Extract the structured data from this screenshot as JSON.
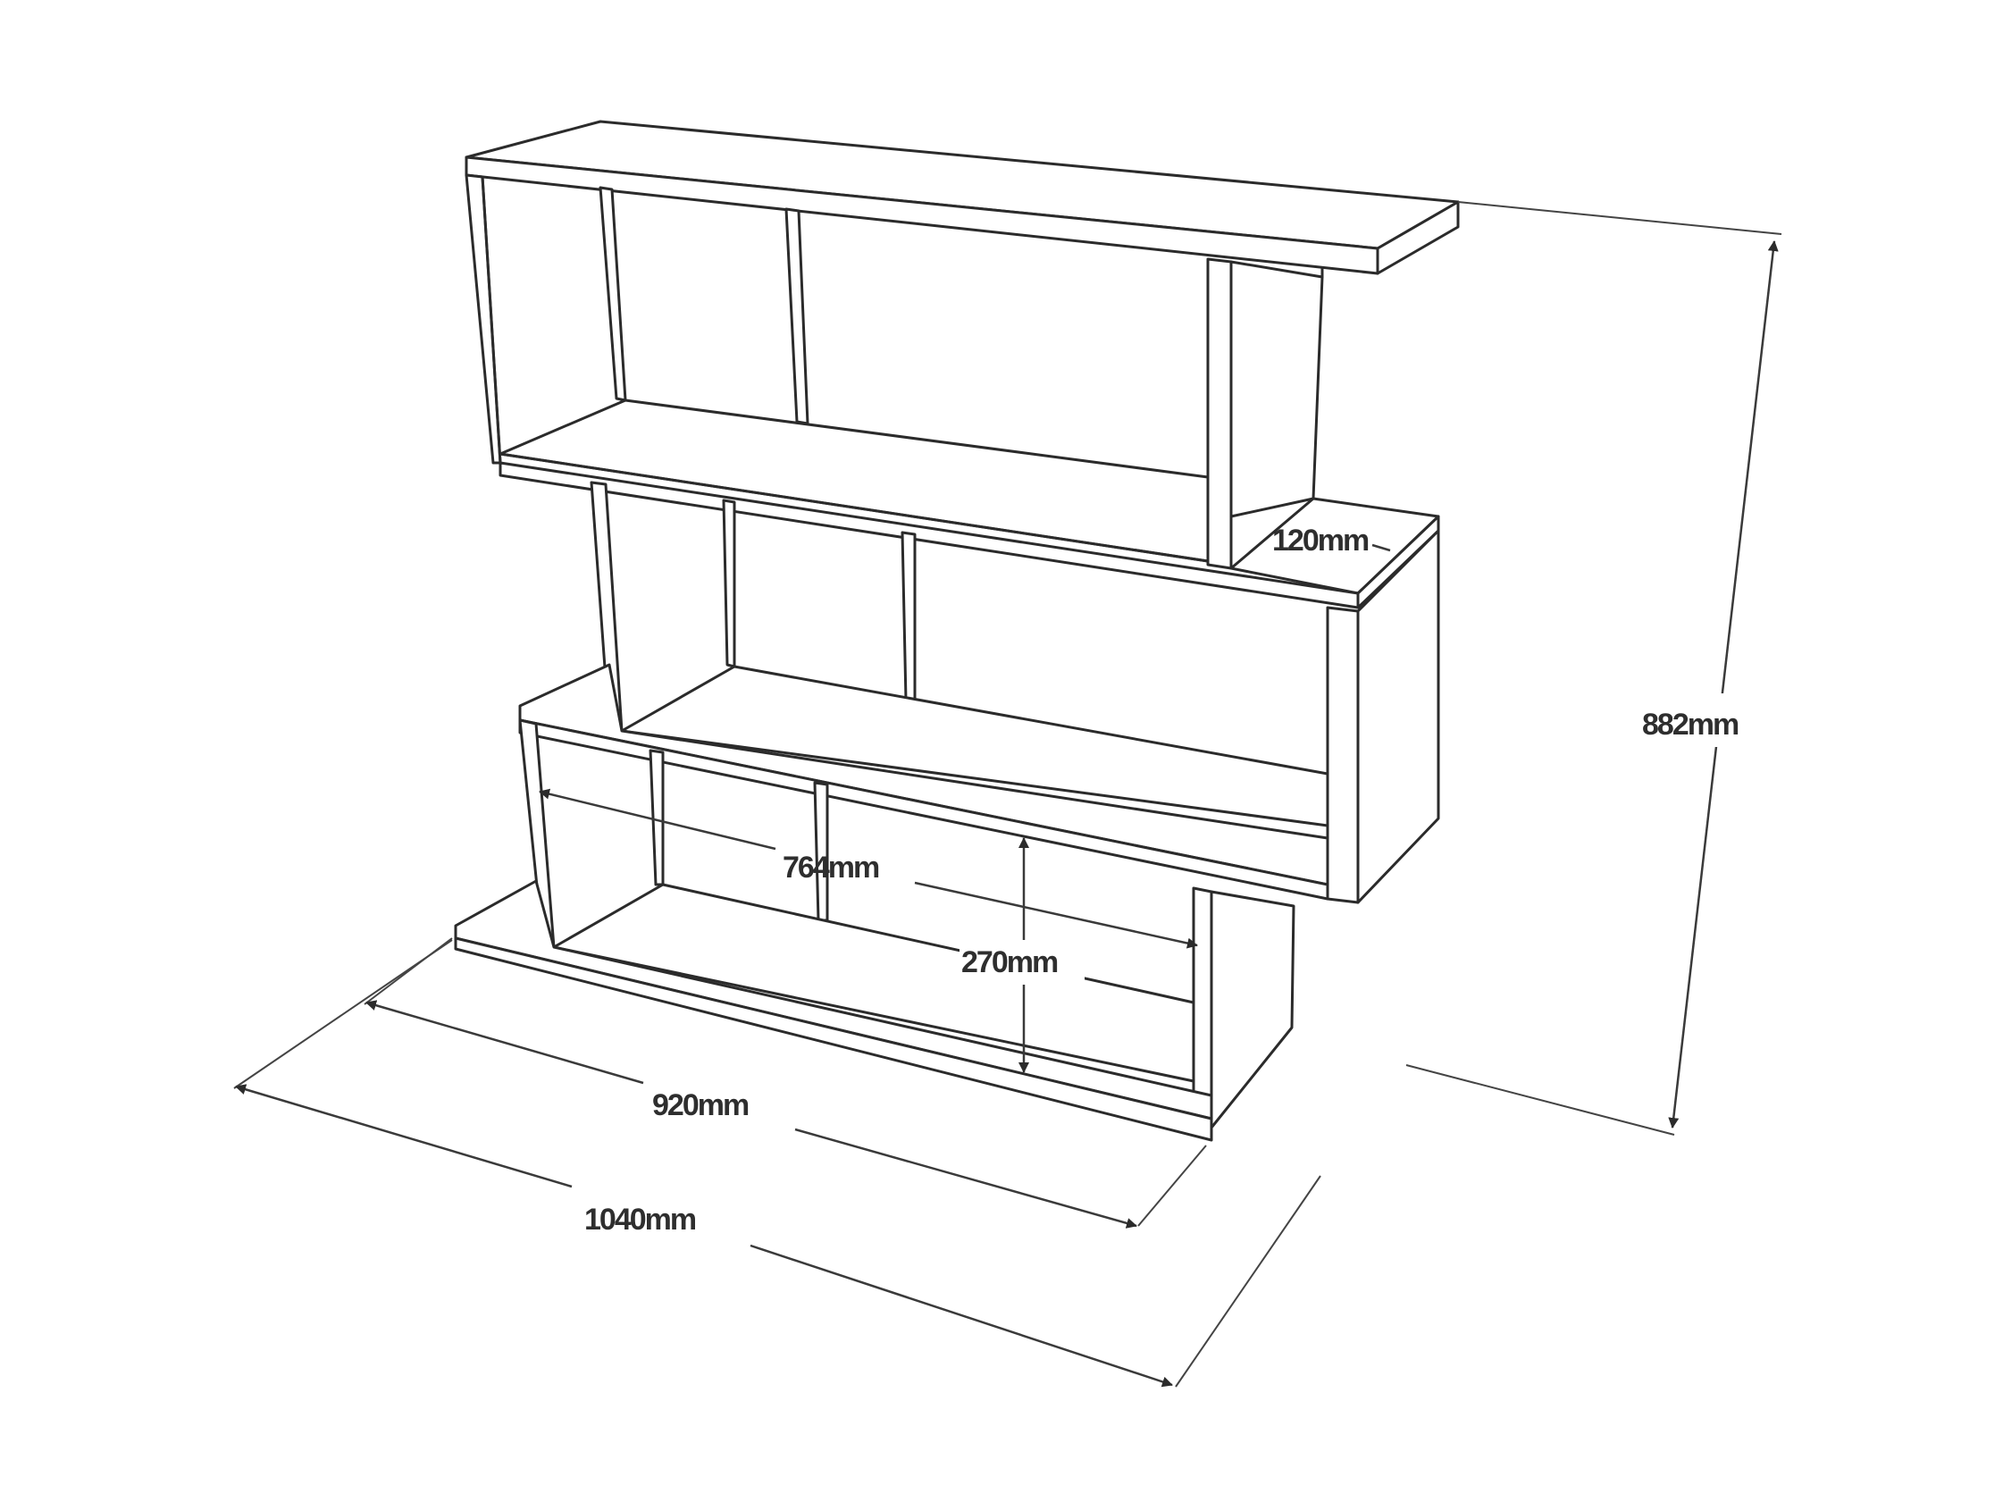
{
  "dimensions": {
    "top_depth": "120mm",
    "total_height": "882mm",
    "inner_width": "764mm",
    "inner_height": "270mm",
    "base_width": "920mm",
    "total_width": "1040mm"
  },
  "colors": {
    "line": "#2b2b2b",
    "background": "#ffffff"
  }
}
